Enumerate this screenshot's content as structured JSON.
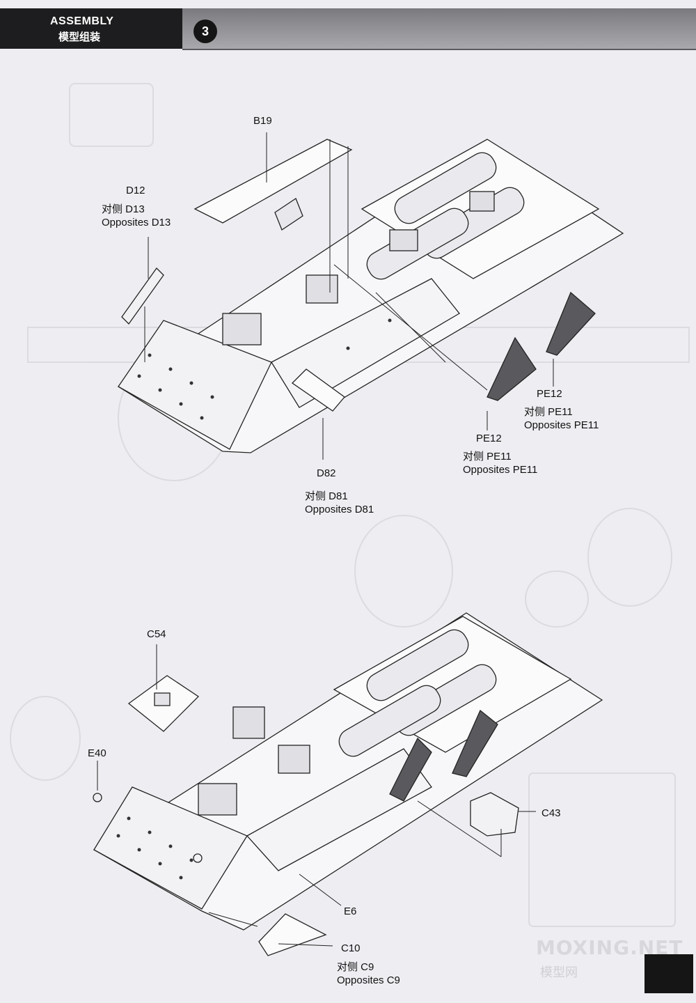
{
  "header": {
    "title": "ASSEMBLY",
    "subtitle": "模型组装",
    "step_number": "3"
  },
  "labels": {
    "b19": "B19",
    "d12": {
      "l1": "D12",
      "l2": "对侧  D13",
      "l3": "Opposites D13"
    },
    "pe12_right": {
      "l1": "PE12",
      "l2": "对侧  PE11",
      "l3": "Opposites PE11"
    },
    "pe12_left": {
      "l1": "PE12",
      "l2": "对侧  PE11",
      "l3": "Opposites PE11"
    },
    "d82": {
      "l1": "D82",
      "l2": "对侧  D81",
      "l3": "Opposites D81"
    },
    "c54": "C54",
    "e40": "E40",
    "c43": "C43",
    "e6": "E6",
    "c10": {
      "l1": "C10",
      "l2": "对侧  C9",
      "l3": "Opposites C9"
    }
  },
  "watermark": {
    "main": "MOXING.NET",
    "sub": "模型网"
  },
  "colors": {
    "header_dark": "#1d1d1f",
    "header_gray": "#8e8e92",
    "page_bg": "#eeeef2",
    "line": "#222222"
  }
}
